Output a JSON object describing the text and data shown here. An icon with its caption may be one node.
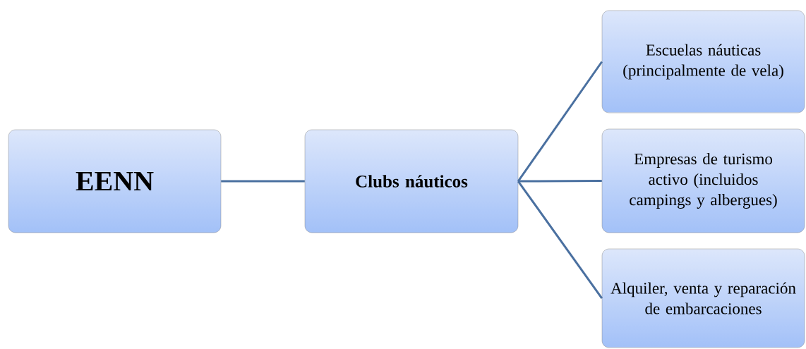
{
  "diagram": {
    "nodes": [
      {
        "text": [
          "EENN"
        ]
      },
      {
        "text": [
          "Clubs náuticos"
        ]
      },
      {
        "text": [
          "Escuelas náuticas (principalmente de vela)"
        ]
      },
      {
        "text": [
          "Empresas de turismo activo (incluidos campings y albergues)"
        ]
      },
      {
        "text": [
          "Alquiler, venta y reparación de embarcaciones"
        ]
      }
    ],
    "edges": [
      {
        "from": 0,
        "to": 1,
        "arrow": "none"
      },
      {
        "from": 1,
        "to": 2,
        "arrow": "none"
      },
      {
        "from": 1,
        "to": 3,
        "arrow": "none"
      },
      {
        "from": 1,
        "to": 4,
        "arrow": "none"
      }
    ]
  }
}
